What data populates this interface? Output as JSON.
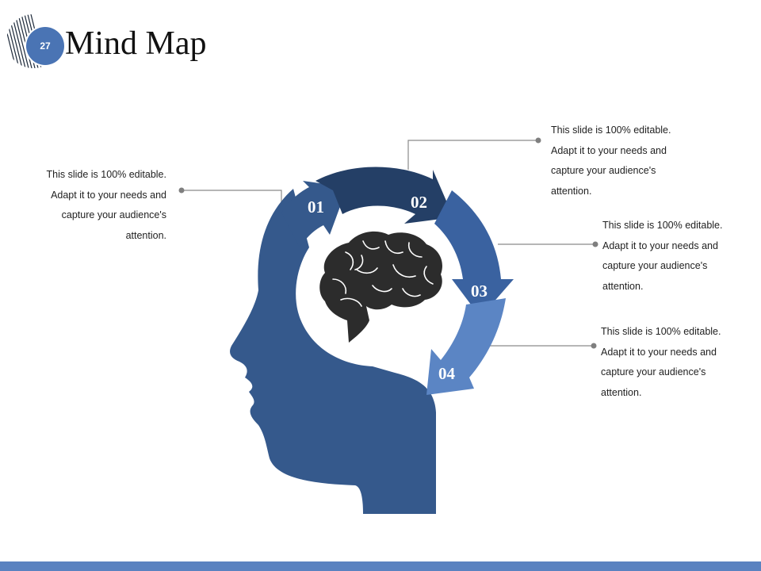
{
  "slide": {
    "number": "27",
    "title": "Mind Map"
  },
  "steps": [
    "01",
    "02",
    "03",
    "04"
  ],
  "notes": [
    {
      "lines": [
        "This slide is 100% editable.",
        "Adapt it to your needs and",
        "capture your audience's",
        "attention."
      ]
    },
    {
      "lines": [
        "This slide is 100% editable.",
        "Adapt it to your needs and",
        "capture your audience's",
        "attention."
      ]
    },
    {
      "lines": [
        "This slide is 100% editable.",
        "Adapt it to your needs and",
        "capture your audience's",
        "attention."
      ]
    },
    {
      "lines": [
        "This slide is 100% editable.",
        "Adapt it to your needs and",
        "capture your audience's",
        "attention."
      ]
    }
  ],
  "colors": {
    "head": "#35598c",
    "arc_01": "#35598c",
    "arc_02": "#243f66",
    "arc_03": "#3a62a0",
    "arc_04": "#5b85c4",
    "brain": "#2c2c2c",
    "badge": "#4a74b4",
    "footer": "#5a82c0"
  },
  "icons": {
    "badge_decoration": "striped-circle-icon",
    "center": "brain-icon"
  }
}
